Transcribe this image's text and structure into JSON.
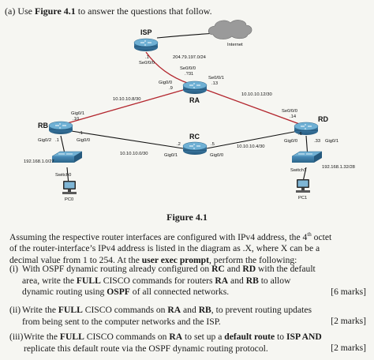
{
  "question": {
    "part": "(a)",
    "instruction_pre": "Use",
    "figure_ref": "Figure 4.1",
    "instruction_post": "to answer the questions that follow."
  },
  "diagram": {
    "routers": {
      "isp": "ISP",
      "ra": "RA",
      "rb": "RB",
      "rc": "RC",
      "rd": "RD"
    },
    "cloud": "Internet",
    "switches": {
      "switch0": "Switch0",
      "switch1": "Switch1"
    },
    "pcs": {
      "pc0": "PC0",
      "pc1": "PC1"
    },
    "networks": {
      "isp_ra": "204.79.197.0/24",
      "ra_rb": "10.10.10.8/30",
      "ra_rd": "10.10.10.12/30",
      "rb_rc": "10.10.10.0/30",
      "rc_rd": "10.10.10.4/30",
      "lan_rb": "192.168.1.0/27",
      "lan_rd": "192.168.1.32/28"
    },
    "interfaces": {
      "isp_s000": "Se0/0/0",
      "isp_host": ".1",
      "ra_s000": "Se0/0/0",
      "ra_s000_host": ".?31",
      "ra_s001": "Se0/0/1",
      "ra_s001_host": ".13",
      "ra_g00": "Gig0/0",
      "ra_g00_host": ".9",
      "rb_g01": "Gig0/1",
      "rb_g01_host": ".10",
      "rb_g02": "Gig0/2",
      "rb_g02_host": ".1",
      "rb_g00": "Gig0/0",
      "rb_g00_host": ".1",
      "rc_g01": "Gig0/1",
      "rc_g01_host": ".2",
      "rc_g00": "Gig0/0",
      "rc_g00_host": ".5",
      "rd_s000": "Se0/0/0",
      "rd_s000_host": ".14",
      "rd_g00": "Gig0/0",
      "rd_g00_host": ".6",
      "rd_g01": "Gig0/1",
      "rd_g01_host": ".33"
    }
  },
  "caption": "Figure 4.1",
  "intro": {
    "line1_pre": "Assuming the respective router interfaces are configured with IPv4 address, the 4",
    "line1_sup": "th",
    "line1_post": " octet",
    "line2": "of the router-interface’s IPv4 address is listed in the diagram as .X, where X can be a",
    "line3_pre": "decimal value from 1 to 254. At the",
    "line3_bold": "user exec prompt",
    "line3_post": ", perform the following:"
  },
  "questions": [
    {
      "num": "(i)",
      "text_parts": [
        {
          "t": "With OSPF dynamic routing already configured on ",
          "b": false
        },
        {
          "t": "RC",
          "b": true
        },
        {
          "t": " and ",
          "b": false
        },
        {
          "t": "RD",
          "b": true
        },
        {
          "t": " with the default area, write the ",
          "b": false
        },
        {
          "t": "FULL",
          "b": true
        },
        {
          "t": " CISCO commands for routers ",
          "b": false
        },
        {
          "t": "RA",
          "b": true
        },
        {
          "t": " and ",
          "b": false
        },
        {
          "t": "RB",
          "b": true
        },
        {
          "t": " to allow dynamic routing using ",
          "b": false
        },
        {
          "t": "OSPF",
          "b": true
        },
        {
          "t": " of all connected networks.",
          "b": false
        }
      ],
      "marks": "[6 marks]"
    },
    {
      "num": "(ii)",
      "text_parts": [
        {
          "t": "Write the ",
          "b": false
        },
        {
          "t": "FULL",
          "b": true
        },
        {
          "t": " CISCO commands on ",
          "b": false
        },
        {
          "t": "RA",
          "b": true
        },
        {
          "t": " and ",
          "b": false
        },
        {
          "t": "RB",
          "b": true
        },
        {
          "t": ", to prevent routing updates from being sent to the computer networks and the ISP.",
          "b": false
        }
      ],
      "marks": "[2 marks]"
    },
    {
      "num": "(iii)",
      "text_parts": [
        {
          "t": "Write the ",
          "b": false
        },
        {
          "t": "FULL",
          "b": true
        },
        {
          "t": " CISCO commands on ",
          "b": false
        },
        {
          "t": "RA",
          "b": true
        },
        {
          "t": " to set up a ",
          "b": false
        },
        {
          "t": "default route",
          "b": true
        },
        {
          "t": " to ",
          "b": false
        },
        {
          "t": "ISP AND",
          "b": true
        },
        {
          "t": " replicate this default route via the OSPF dynamic routing protocol.",
          "b": false
        }
      ],
      "marks": "[2 marks]"
    }
  ],
  "colors": {
    "serial_link": "#b3262e",
    "ethernet_link": "#111111",
    "router_body": "#3d7fa8",
    "router_top": "#6fb0d4",
    "cloud": "#9a9a9a"
  }
}
